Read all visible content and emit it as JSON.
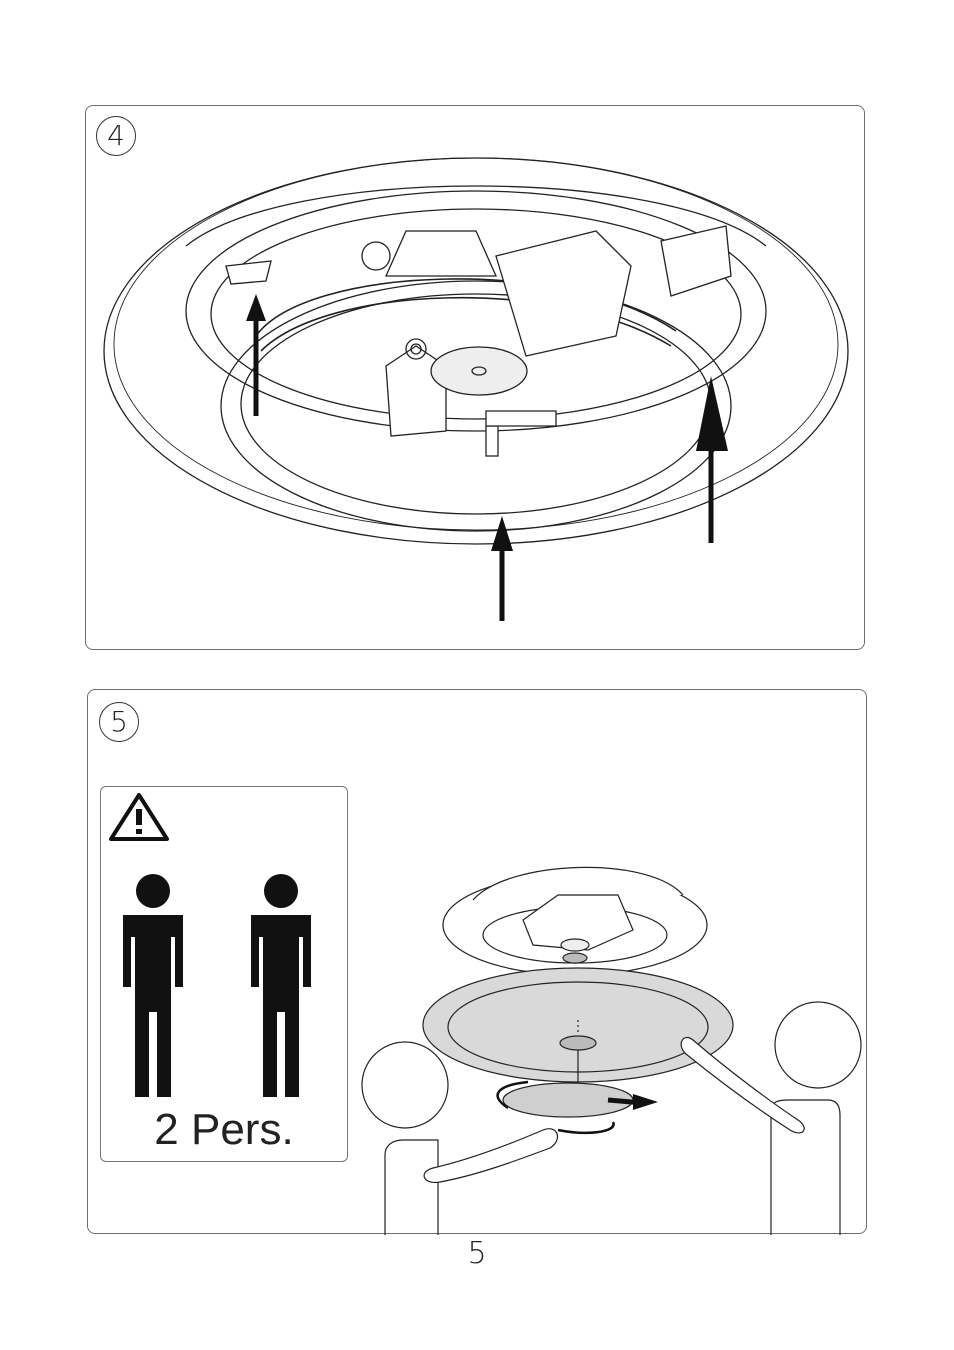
{
  "steps": {
    "step4": {
      "number": "4",
      "illustration": "ceiling-lamp-mounting-arrows"
    },
    "step5": {
      "number": "5",
      "warning": {
        "icon": "warning-triangle-icon",
        "persons_label": "2 Pers."
      },
      "illustration": "two-persons-fixing-cover"
    }
  },
  "page": {
    "number": "5"
  }
}
